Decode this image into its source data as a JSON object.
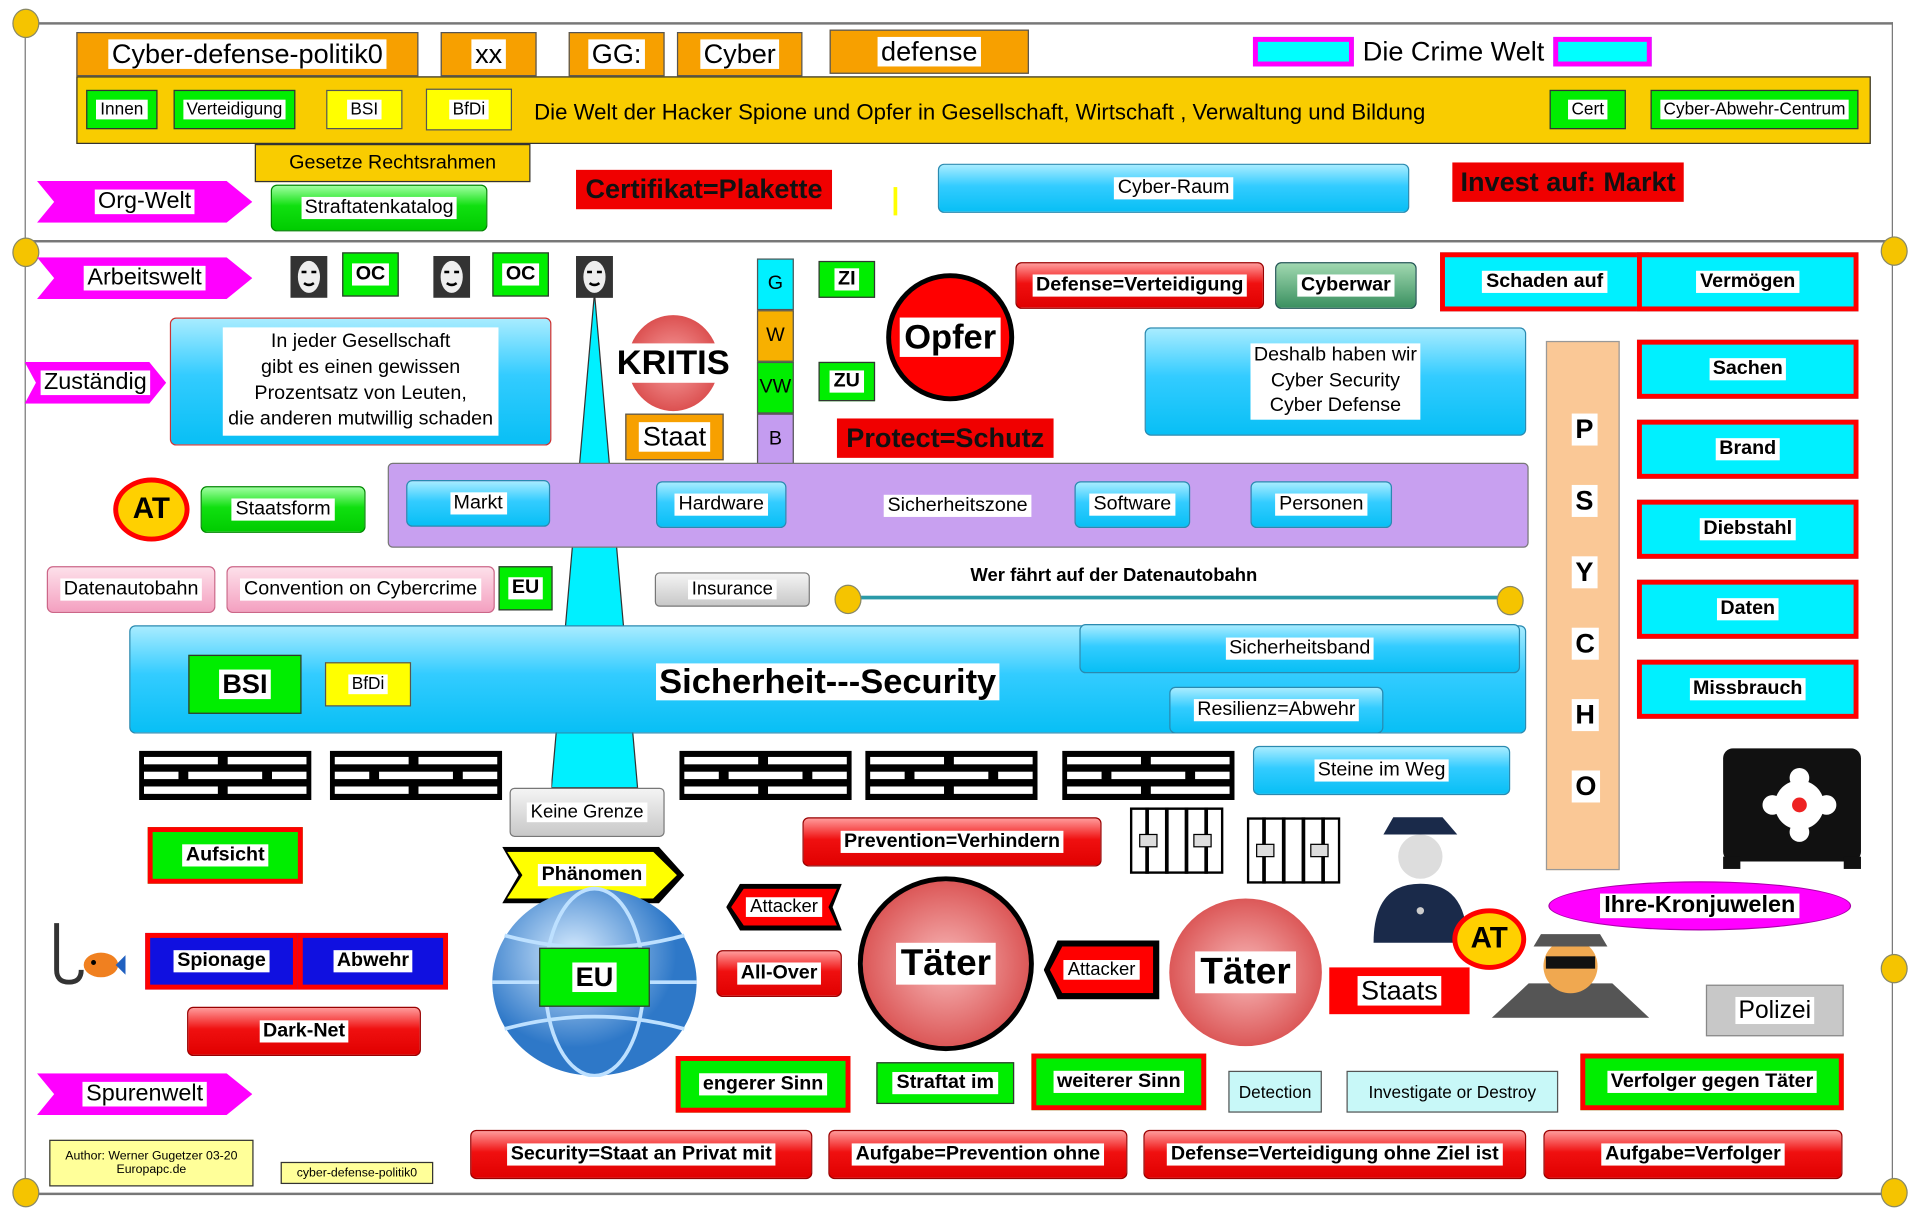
{
  "header": {
    "title": "Cyber-defense-politik0",
    "xx": "xx",
    "gg": "GG:",
    "cyber": "Cyber",
    "defense": "defense",
    "crime_world": "Die Crime Welt"
  },
  "band": {
    "innen": "Innen",
    "verteidigung": "Verteidigung",
    "bsi": "BSI",
    "bfdi": "BfDi",
    "subtitle": "Die Welt der Hacker Spione und Opfer in Gesellschaft, Wirtschaft , Verwaltung und Bildung",
    "cert": "Cert",
    "cac": "Cyber-Abwehr-Centrum"
  },
  "row2": {
    "gesetze": "Gesetze Rechtsrahmen",
    "org_welt": "Org-Welt",
    "straftaten": "Straftatenkatalog",
    "certifikat": "Certifikat=Plakette",
    "cyber_raum": "Cyber-Raum",
    "invest": "Invest auf: Markt"
  },
  "main": {
    "arbeitswelt": "Arbeitswelt",
    "oc1": "OC",
    "oc2": "OC",
    "zustaendig": "Zuständig",
    "gesellschaft": [
      "In jeder Gesellschaft",
      "gibt es einen gewissen",
      "Prozentsatz von Leuten,",
      "die anderen mutwillig schaden"
    ],
    "kritis": "KRITIS",
    "staat": "Staat",
    "gwvwb": [
      "G",
      "W",
      "VW",
      "B"
    ],
    "zi": "ZI",
    "zu": "ZU",
    "opfer": "Opfer",
    "protect": "Protect=Schutz",
    "defense_vert": "Defense=Verteidigung",
    "cyberwar": "Cyberwar",
    "deshalb": [
      "Deshalb haben wir",
      "Cyber Security",
      "Cyber Defense"
    ],
    "damage": [
      "Schaden auf",
      "Vermögen",
      "Sachen",
      "Brand",
      "Diebstahl",
      "Daten",
      "Missbrauch"
    ],
    "psycho": [
      "P",
      "S",
      "Y",
      "C",
      "H",
      "O"
    ],
    "at1": "AT",
    "staatsform": "Staatsform",
    "markt": "Markt",
    "hardware": "Hardware",
    "sicherheitszone": "Sicherheitszone",
    "software": "Software",
    "personen": "Personen",
    "datenautobahn": "Datenautobahn",
    "convention": "Convention on Cybercrime",
    "eu1": "EU",
    "insurance": "Insurance",
    "wer_faehrt": "Wer fährt auf der Datenautobahn",
    "bsi": "BSI",
    "bfdi": "BfDi",
    "security": "Sicherheit---Security",
    "sicherheitsband": "Sicherheitsband",
    "resilienz": "Resilienz=Abwehr",
    "steine": "Steine im Weg",
    "keine_grenze": "Keine Grenze",
    "phaenomen": "Phänomen",
    "eu2": "EU",
    "aufsicht": "Aufsicht",
    "prevention": "Prevention=Verhindern",
    "kronjuwelen": "Ihre-Kronjuwelen",
    "at2": "AT",
    "attacker1": "Attacker",
    "all_over": "All-Over",
    "taeter1": "Täter",
    "attacker2": "Attacker",
    "taeter2": "Täter",
    "staats": "Staats",
    "polizei": "Polizei",
    "spionage": "Spionage",
    "abwehr": "Abwehr",
    "dark_net": "Dark-Net",
    "spurenwelt": "Spurenwelt",
    "engerer": "engerer Sinn",
    "straftat_im": "Straftat im",
    "weiterer": "weiterer Sinn",
    "detection": "Detection",
    "investigate": "Investigate or Destroy",
    "verfolger": "Verfolger gegen Täter"
  },
  "footer": {
    "author": [
      "Author: Werner Gugetzer  03-20",
      "Europapc.de"
    ],
    "file": "cyber-defense-politik0",
    "sec_staat": "Security=Staat an Privat mit",
    "aufgabe_prev": "Aufgabe=Prevention ohne",
    "defense_ziel": "Defense=Verteidigung ohne Ziel ist",
    "aufgabe_verf": "Aufgabe=Verfolger"
  },
  "colors": {
    "orange": "#f7a000",
    "gold": "#f9cc00",
    "green": "#00ee00",
    "red": "#f00000",
    "cyan": "#00f0ff",
    "magenta": "#ff00ff"
  }
}
